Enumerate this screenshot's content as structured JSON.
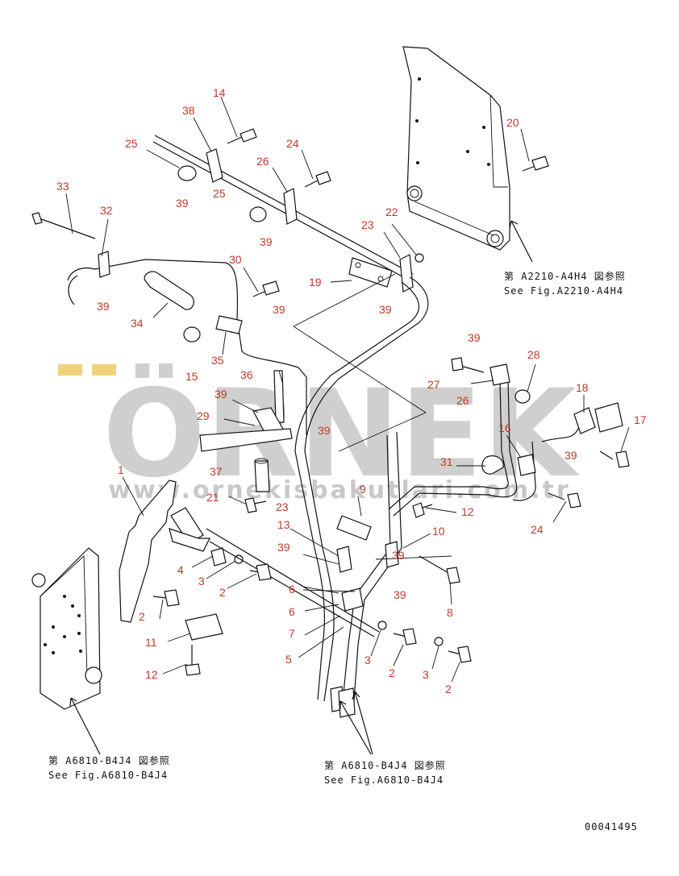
{
  "diagram": {
    "part_labels": [
      {
        "id": "14",
        "text": "14"
      },
      {
        "id": "38",
        "text": "38"
      },
      {
        "id": "25a",
        "text": "25"
      },
      {
        "id": "24a",
        "text": "24"
      },
      {
        "id": "26a",
        "text": "26"
      },
      {
        "id": "25b",
        "text": "25"
      },
      {
        "id": "39a",
        "text": "39"
      },
      {
        "id": "33",
        "text": "33"
      },
      {
        "id": "32",
        "text": "32"
      },
      {
        "id": "39b",
        "text": "39"
      },
      {
        "id": "23a",
        "text": "23"
      },
      {
        "id": "22",
        "text": "22"
      },
      {
        "id": "39c",
        "text": "39"
      },
      {
        "id": "30",
        "text": "30"
      },
      {
        "id": "19",
        "text": "19"
      },
      {
        "id": "39d",
        "text": "39"
      },
      {
        "id": "34",
        "text": "34"
      },
      {
        "id": "39e",
        "text": "39"
      },
      {
        "id": "39f",
        "text": "39"
      },
      {
        "id": "35",
        "text": "35"
      },
      {
        "id": "15",
        "text": "15"
      },
      {
        "id": "20",
        "text": "20"
      },
      {
        "id": "39g",
        "text": "39"
      },
      {
        "id": "28",
        "text": "28"
      },
      {
        "id": "36",
        "text": "36"
      },
      {
        "id": "27",
        "text": "27"
      },
      {
        "id": "26b",
        "text": "26"
      },
      {
        "id": "18",
        "text": "18"
      },
      {
        "id": "39h",
        "text": "39"
      },
      {
        "id": "29",
        "text": "29"
      },
      {
        "id": "39i",
        "text": "39"
      },
      {
        "id": "16",
        "text": "16"
      },
      {
        "id": "17",
        "text": "17"
      },
      {
        "id": "37",
        "text": "37"
      },
      {
        "id": "31",
        "text": "31"
      },
      {
        "id": "39j",
        "text": "39"
      },
      {
        "id": "1",
        "text": "1"
      },
      {
        "id": "21",
        "text": "21"
      },
      {
        "id": "23b",
        "text": "23"
      },
      {
        "id": "9",
        "text": "9"
      },
      {
        "id": "12a",
        "text": "12"
      },
      {
        "id": "24b",
        "text": "24"
      },
      {
        "id": "13",
        "text": "13"
      },
      {
        "id": "10",
        "text": "10"
      },
      {
        "id": "4",
        "text": "4"
      },
      {
        "id": "39k",
        "text": "39"
      },
      {
        "id": "3a",
        "text": "3"
      },
      {
        "id": "2a",
        "text": "2"
      },
      {
        "id": "6a",
        "text": "6"
      },
      {
        "id": "39l",
        "text": "39"
      },
      {
        "id": "2b",
        "text": "2"
      },
      {
        "id": "6b",
        "text": "6"
      },
      {
        "id": "8",
        "text": "8"
      },
      {
        "id": "7",
        "text": "7"
      },
      {
        "id": "11",
        "text": "11"
      },
      {
        "id": "5",
        "text": "5"
      },
      {
        "id": "3b",
        "text": "3"
      },
      {
        "id": "2c",
        "text": "2"
      },
      {
        "id": "3c",
        "text": "3"
      },
      {
        "id": "12b",
        "text": "12"
      },
      {
        "id": "2d",
        "text": "2"
      }
    ],
    "references": [
      {
        "id": "ref-a2210",
        "line1": "第 A2210-A4H4 図参照",
        "line2": "See Fig.A2210-A4H4"
      },
      {
        "id": "ref-a6810-left",
        "line1": "第 A6810-B4J4 図参照",
        "line2": "See Fig.A6810-B4J4"
      },
      {
        "id": "ref-a6810-right",
        "line1": "第 A6810-B4J4 図参照",
        "line2": "See Fig.A6810-B4J4"
      }
    ],
    "drawing_number": "00041495",
    "watermark": {
      "brand": "ÖRNEK",
      "url": "www.ornekisbakutlari.com.tr"
    }
  }
}
